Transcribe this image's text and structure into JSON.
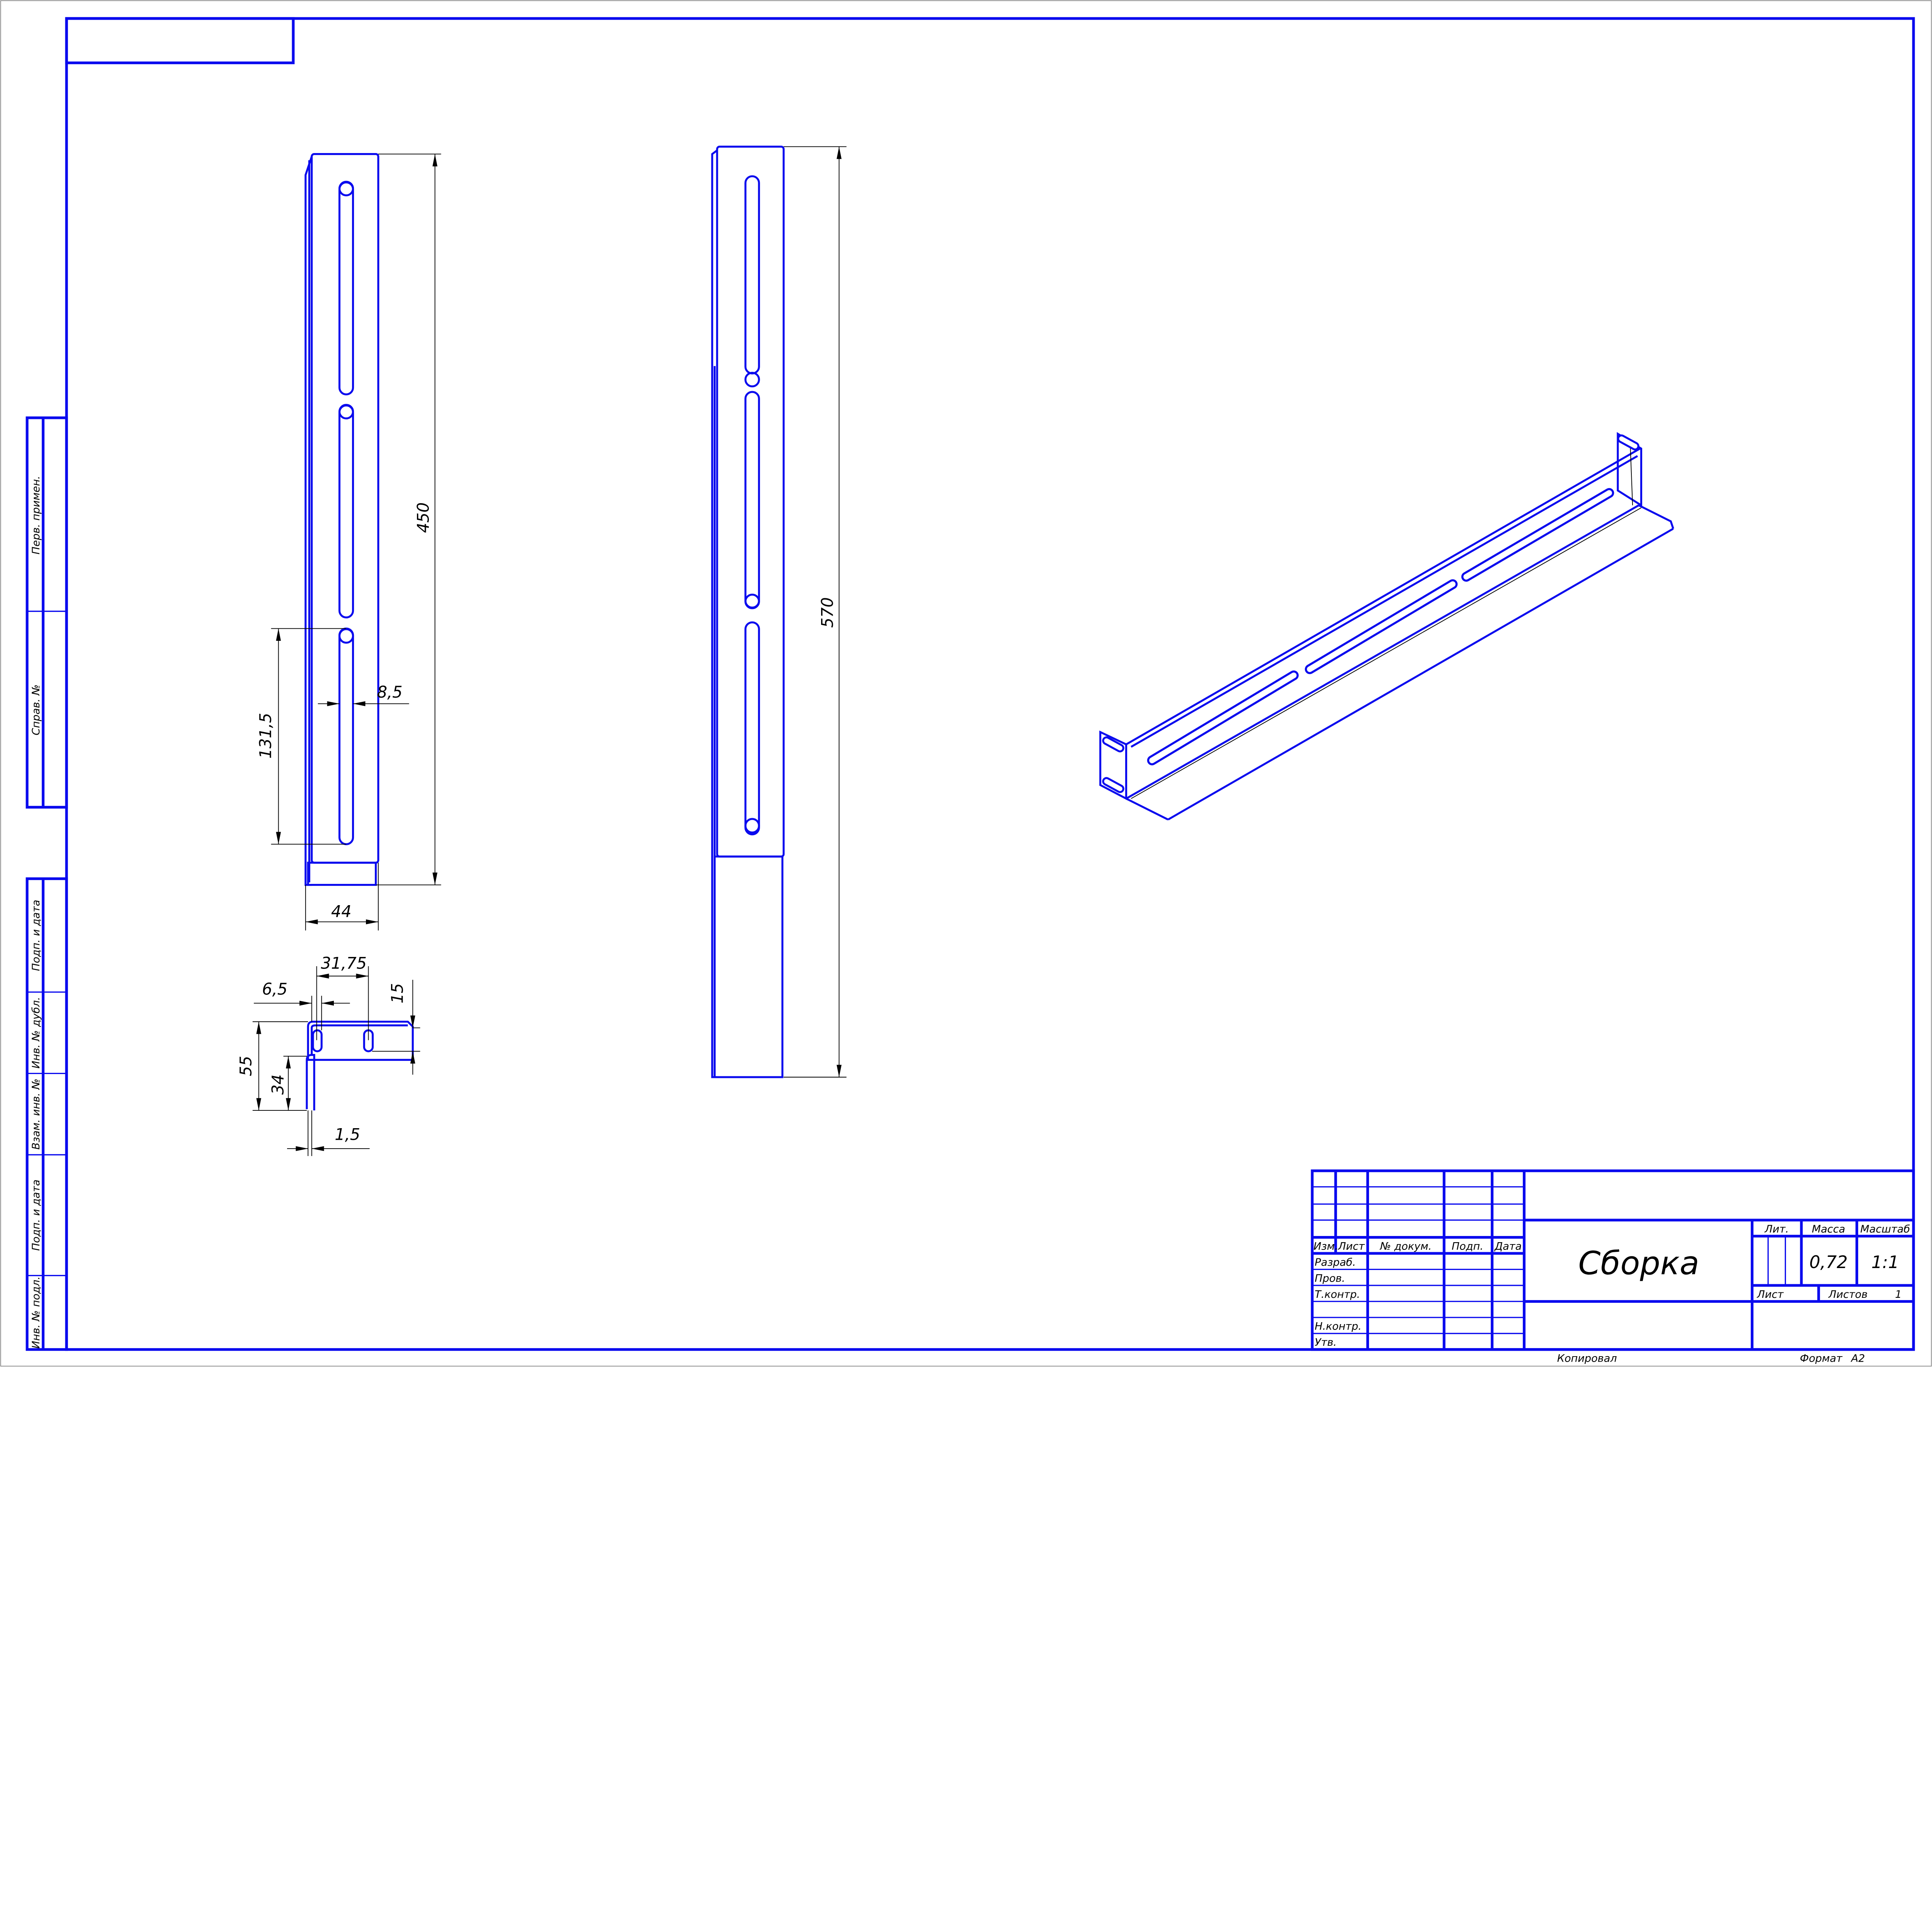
{
  "sheet": {
    "title": "Сборка",
    "mass": "0,72",
    "scale": "1:1",
    "sheets_count": "1",
    "format_label": "Формат",
    "format": "A2",
    "copied_label": "Копировал"
  },
  "title_block": {
    "col_headers": [
      "Изм.",
      "Лист",
      "№ докум.",
      "Подп.",
      "Дата"
    ],
    "roles": [
      "Разраб.",
      "Пров.",
      "Т.контр.",
      "",
      "Н.контр.",
      "Утв."
    ],
    "lit_label": "Лит.",
    "mass_label": "Масса",
    "scale_label": "Масштаб",
    "sheet_label": "Лист",
    "sheets_label": "Листов"
  },
  "side_strip": [
    "Перв. примен.",
    "Справ. №",
    "Подп. и дата",
    "Инв. № дубл.",
    "Взам. инв. №",
    "Подп. и дата",
    "Инв. № подл."
  ],
  "dimensions": {
    "front_height": "450",
    "slot_length": "131,5",
    "slot_width": "8,5",
    "front_width": "44",
    "side_height": "570",
    "hole_spacing": "31,75",
    "hole_offset": "6,5",
    "flange_height": "15",
    "section_height": "55",
    "web_height": "34",
    "thickness": "1,5"
  },
  "colors": {
    "lines": "#0a0aee",
    "text": "#000000"
  }
}
